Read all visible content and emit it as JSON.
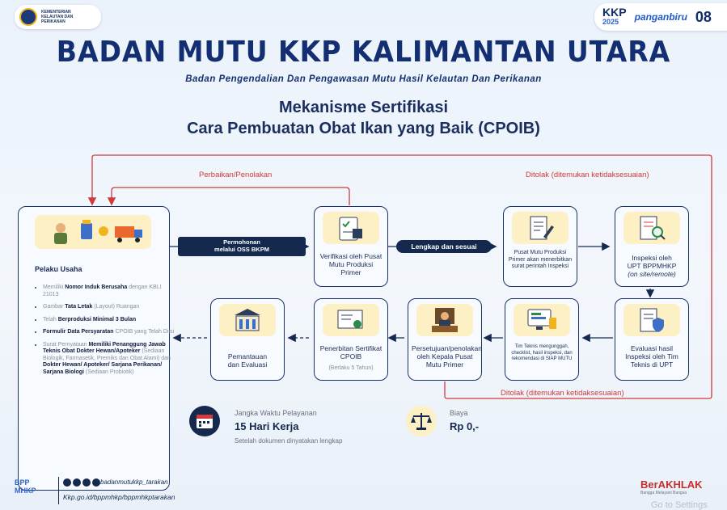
{
  "header": {
    "ministry_logo_text": "KEMENTERIAN\nKELAUTAN DAN\nPERIKANAN",
    "kkp_logo": "KKP",
    "kkp_year": "2025",
    "pangan_logo": "panganbiru",
    "eight_logo": "08",
    "title": "BADAN MUTU KKP KALIMANTAN UTARA",
    "subtitle": "Badan Pengendalian Dan Pengawasan Mutu Hasil Kelautan Dan Perikanan"
  },
  "heading": {
    "line1": "Mekanisme Sertifikasi",
    "line2": "Cara Pembuatan Obat Ikan yang Baik (CPOIB)"
  },
  "flow_labels": {
    "perbaikan": "Perbaikan/Penolakan",
    "ditolak_top": "Ditolak (ditemukan ketidaksesuaian)",
    "ditolak_bottom": "Ditolak (ditemukan ketidaksesuaian)",
    "permohonan_line1": "Permohonan",
    "permohonan_line2": "melalui OSS BKPM",
    "lengkap": "Lengkap dan sesuai"
  },
  "pelaku": {
    "title": "Pelaku Usaha",
    "items": [
      {
        "pre": "Memiliki ",
        "bold": "Nomor Induk Berusaha",
        "post": " dengan KBLI 21013"
      },
      {
        "pre": "Gambar ",
        "bold": "Tata Letak",
        "post": " (Layout) Ruangan"
      },
      {
        "pre": "Telah ",
        "bold": "Berproduksi Minimal 3 Bulan",
        "post": ""
      },
      {
        "pre": "",
        "bold": "Formulir Data Persyaratan",
        "post": " CPOIB yang Telah Diisi"
      },
      {
        "pre": "Surat Pernyataan ",
        "bold": "Memiliki Penanggung Jawab Teknis Obat Dokter Hewan/Apoteker",
        "post": " (Sediaan Biologik, Farmasetik, Premiks dan Obat Alami) dan "
      },
      {
        "pre": "",
        "bold": "Dokter Hewan/ Apoteker/ Sarjana Perikanan/ Sarjana Biologi",
        "post": " (Sediaan Probiotik)"
      }
    ]
  },
  "steps": {
    "verifikasi": "Verifikasi oleh Pusat Mutu Produksi Primer",
    "surat": "Pusat Mutu Produksi Primer akan menerbitkan surat perintah Inspeksi",
    "inspeksi_line1": "Inspeksi oleh",
    "inspeksi_line2": "UPT BPPMHKP",
    "inspeksi_line3": "(on site/remote)",
    "evaluasi": "Evaluasi hasil Inspeksi oleh Tim Teknis di UPT",
    "tim_teknis": "Tim Teknis mengunggah, checklist, hasil inspeksi, dan rekomendasi di SIAP MUTU",
    "persetujuan": "Persetujuan/penolakan oleh Kepala Pusat Mutu Primer",
    "penerbitan": "Penerbitan Sertifikat CPOIB",
    "berlaku": "(Berlaku 5 Tahun)",
    "pemantauan": "Pemantauan dan Evaluasi"
  },
  "info": {
    "jangka_label": "Jangka Waktu Pelayanan",
    "jangka_value": "15 Hari Kerja",
    "jangka_note": "Setelah dokumen dinyatakan lengkap",
    "biaya_label": "Biaya",
    "biaya_value": "Rp 0,-"
  },
  "footer": {
    "bpp_logo": "BPP MHKP",
    "social_handle": "badanmutukkp_tarakan",
    "website": "Kkp.go.id/bppmhkp/bppmhkptarakan",
    "berakhlak": "BerAKHLAK",
    "berakhlak_tagline": "Bangga Melayani Bangsa",
    "windows_watermark": "Go to Settings"
  },
  "colors": {
    "navy": "#132f72",
    "red": "#d03a3a",
    "icon_bg": "#fdf0c4"
  }
}
